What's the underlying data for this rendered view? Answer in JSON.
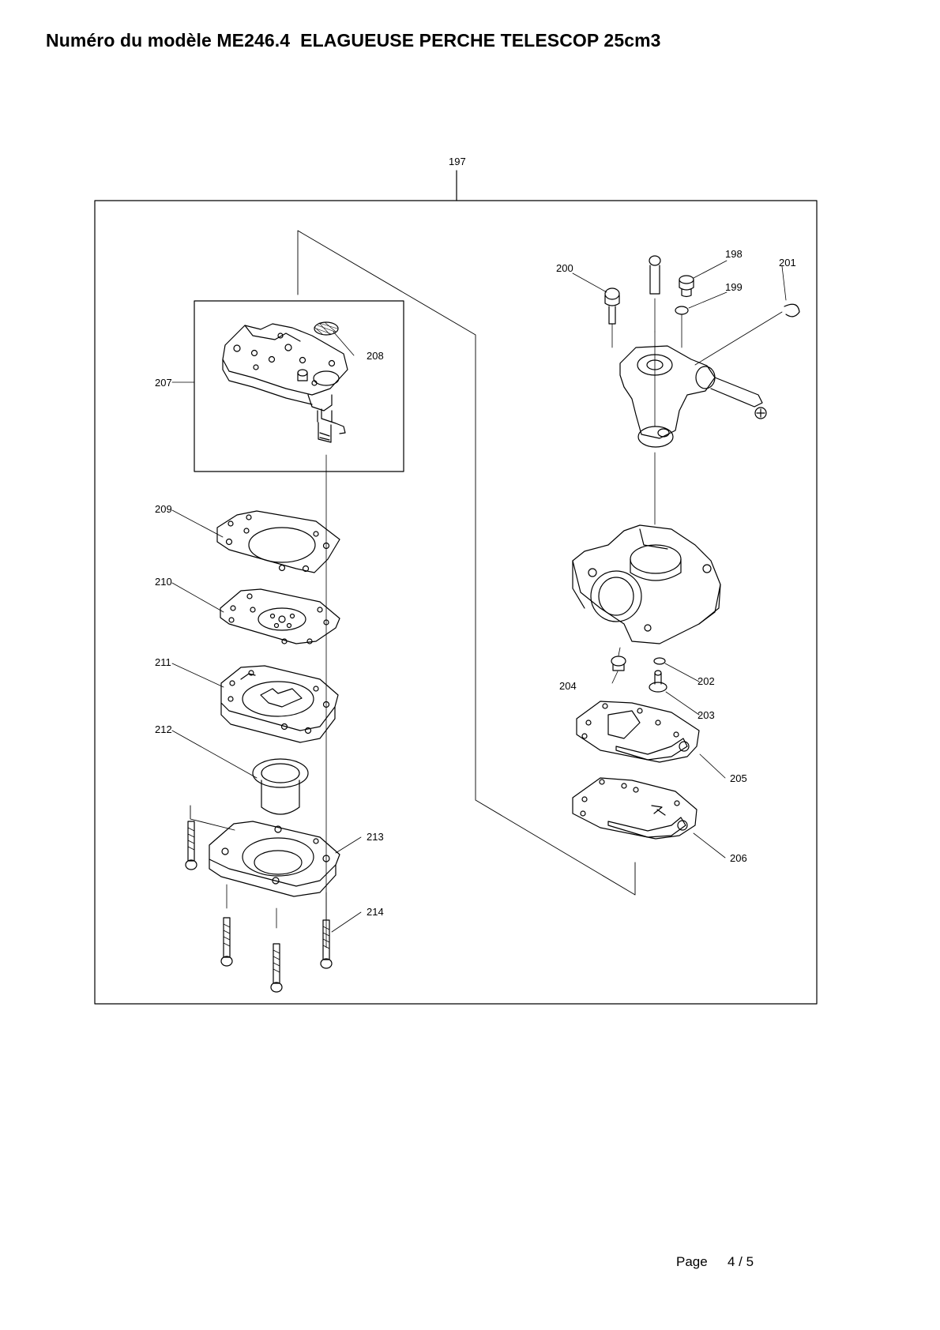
{
  "header": {
    "title": "Numéro du modèle ME246.4  ELAGUEUSE PERCHE TELESCOP 25cm3"
  },
  "diagram": {
    "labels": {
      "p197": "197",
      "p198": "198",
      "p199": "199",
      "p200": "200",
      "p201": "201",
      "p202": "202",
      "p203": "203",
      "p204": "204",
      "p205": "205",
      "p206": "206",
      "p207": "207",
      "p208": "208",
      "p209": "209",
      "p210": "210",
      "p211": "211",
      "p212": "212",
      "p213": "213",
      "p214": "214"
    }
  },
  "footer": {
    "page_label": "Page",
    "page_number": "4 / 5"
  }
}
